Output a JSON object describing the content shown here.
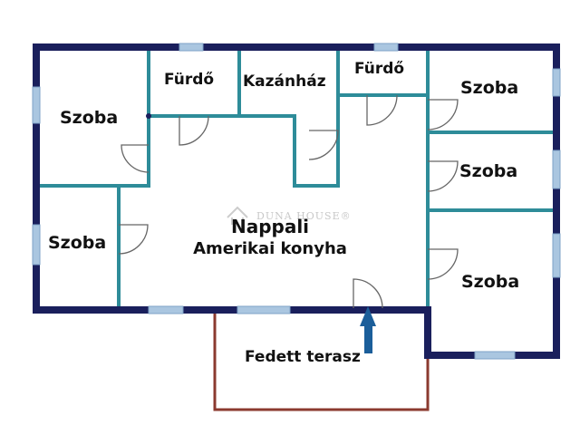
{
  "rooms": {
    "szoba_top_left": "Szoba",
    "furdo_left": "Fürdő",
    "kazanhaz": "Kazánház",
    "furdo_right": "Fürdő",
    "szoba_right_top": "Szoba",
    "szoba_right_mid": "Szoba",
    "szoba_left_bottom": "Szoba",
    "szoba_right_bottom": "Szoba",
    "kappali_line1": "Nappali",
    "kappali_line2": "Amerikai konyha",
    "terrace": "Fedett terasz"
  },
  "watermark": "DUNA HOUSE®",
  "colors": {
    "outer_wall": "#1a1f5c",
    "inner_wall": "#2e8c99",
    "window": "#aac6e0",
    "door": "#666666",
    "terrace": "#8b3a2f",
    "entrance_arrow": "#1b5e9a"
  }
}
